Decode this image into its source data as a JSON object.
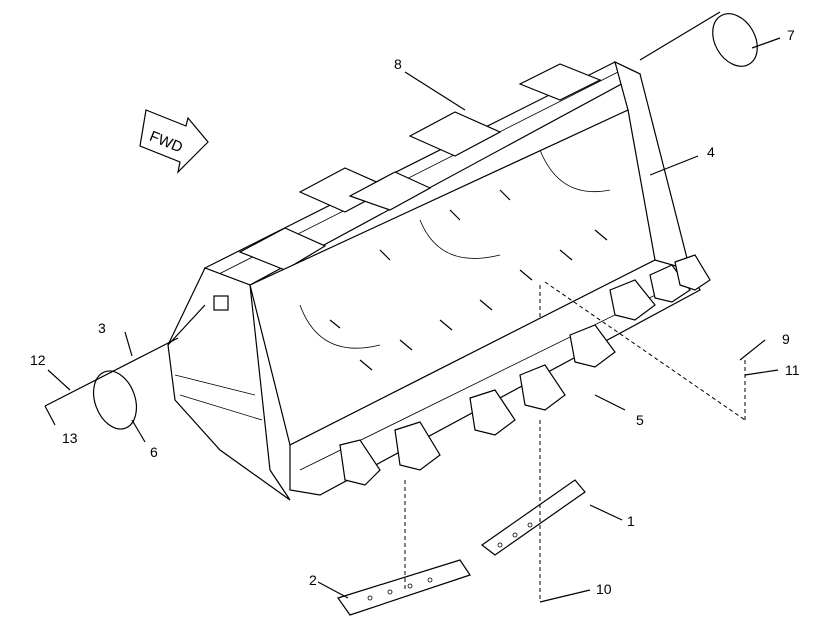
{
  "arrow_label": "FWD",
  "callouts": {
    "c1": "1",
    "c2": "2",
    "c3": "3",
    "c4": "4",
    "c5": "5",
    "c6": "6",
    "c7": "7",
    "c8": "8",
    "c9": "9",
    "c10": "10",
    "c11": "11",
    "c12": "12",
    "c13": "13"
  }
}
